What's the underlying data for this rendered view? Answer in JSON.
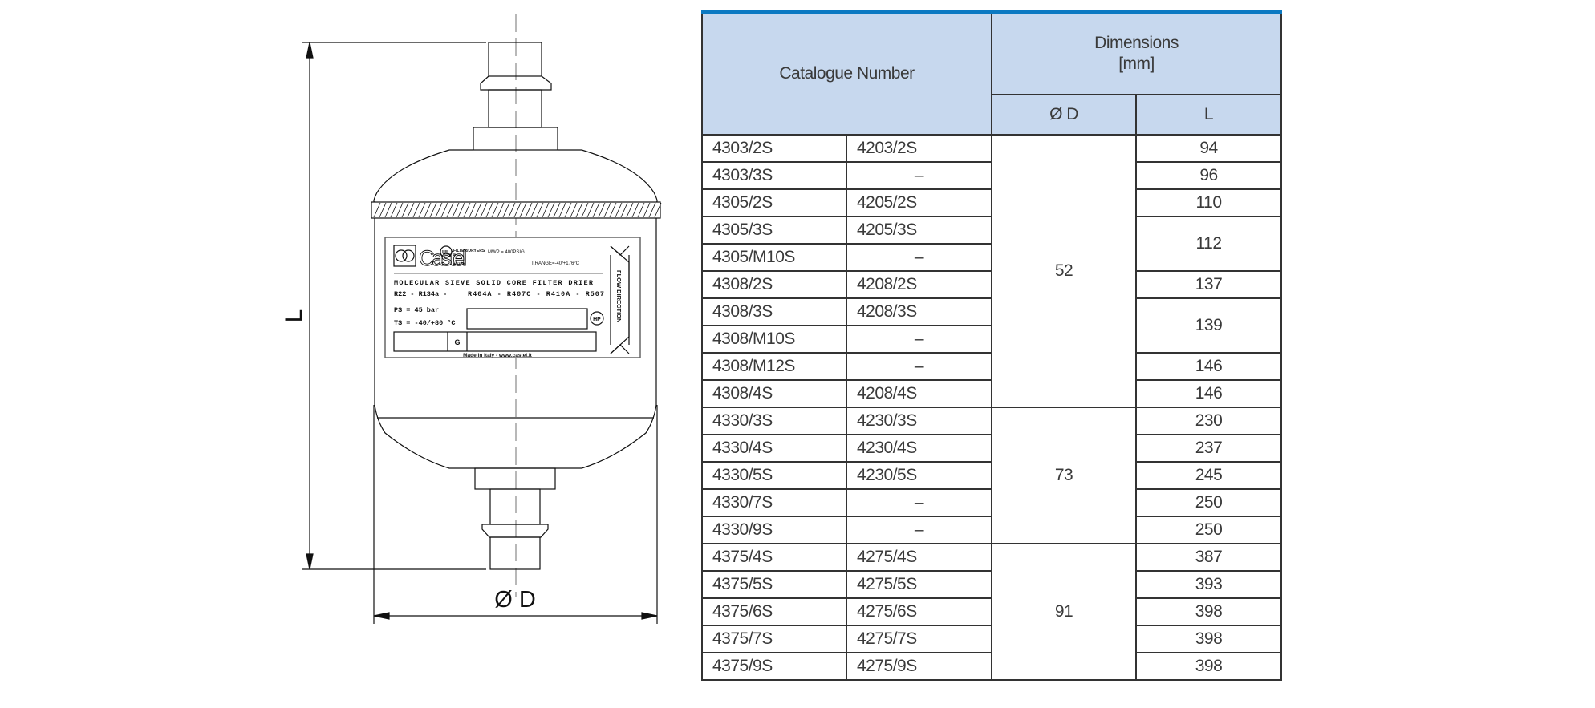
{
  "drawing": {
    "dimension_length_label": "L",
    "dimension_diameter_label": "Ø D",
    "nameplate": {
      "brand": "Castel",
      "ul_mark": "UL",
      "ul_text": "FILTER/DRYERS",
      "ul_listed": "LISTED",
      "mwp": "MWP = 400PSIG",
      "trange": "T.RANGE=-40/+176°C",
      "line1": "MOLECULAR SIEVE SOLID CORE FILTER DRIER",
      "line2_left": "R22 - R134a -",
      "line2_right": "R404A - R407C - R410A - R507",
      "ps": "PS = 45 bar",
      "ts": "TS = -40/+80 °C",
      "hp_badge": "HP",
      "g_label": "G",
      "footer": "Made in Italy - www.castel.it",
      "flow_direction": "FLOW DIRECTION"
    }
  },
  "table": {
    "header": {
      "catalogue_number": "Catalogue Number",
      "dimensions_line1": "Dimensions",
      "dimensions_line2": "[mm]",
      "od": "Ø D",
      "length": "L"
    },
    "rows": [
      {
        "cat1": "4303/2S",
        "cat2": "4203/2S",
        "L": "94"
      },
      {
        "cat1": "4303/3S",
        "cat2": "–",
        "L": "96"
      },
      {
        "cat1": "4305/2S",
        "cat2": "4205/2S",
        "L": "110"
      },
      {
        "cat1": "4305/3S",
        "cat2": "4205/3S",
        "L": "112"
      },
      {
        "cat1": "4305/M10S",
        "cat2": "–",
        "L": "112"
      },
      {
        "cat1": "4308/2S",
        "cat2": "4208/2S",
        "L": "137"
      },
      {
        "cat1": "4308/3S",
        "cat2": "4208/3S",
        "L": "139"
      },
      {
        "cat1": "4308/M10S",
        "cat2": "–",
        "L": "139"
      },
      {
        "cat1": "4308/M12S",
        "cat2": "–",
        "L": "146"
      },
      {
        "cat1": "4308/4S",
        "cat2": "4208/4S",
        "L": "146"
      },
      {
        "cat1": "4330/3S",
        "cat2": "4230/3S",
        "L": "230"
      },
      {
        "cat1": "4330/4S",
        "cat2": "4230/4S",
        "L": "237"
      },
      {
        "cat1": "4330/5S",
        "cat2": "4230/5S",
        "L": "245"
      },
      {
        "cat1": "4330/7S",
        "cat2": "–",
        "L": "250"
      },
      {
        "cat1": "4330/9S",
        "cat2": "–",
        "L": "250"
      },
      {
        "cat1": "4375/4S",
        "cat2": "4275/4S",
        "L": "387"
      },
      {
        "cat1": "4375/5S",
        "cat2": "4275/5S",
        "L": "393"
      },
      {
        "cat1": "4375/6S",
        "cat2": "4275/6S",
        "L": "398"
      },
      {
        "cat1": "4375/7S",
        "cat2": "4275/7S",
        "L": "398"
      },
      {
        "cat1": "4375/9S",
        "cat2": "4275/9S",
        "L": "398"
      }
    ],
    "od_groups": [
      {
        "value": "52",
        "rows": 10
      },
      {
        "value": "73",
        "rows": 5
      },
      {
        "value": "91",
        "rows": 5
      }
    ],
    "length_merges": [
      {
        "start": 3,
        "span": 2
      },
      {
        "start": 6,
        "span": 2
      }
    ],
    "colors": {
      "header_bg": "#c7d8ee",
      "top_rule": "#0b79c2",
      "grid": "#333333"
    }
  }
}
